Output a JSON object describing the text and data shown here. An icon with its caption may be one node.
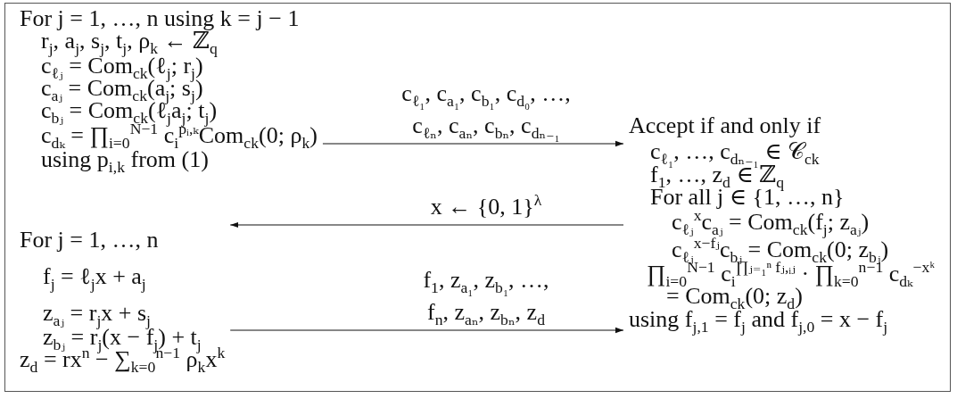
{
  "diagram": {
    "nodes": [
      {
        "text": [
          "For j = 1, …, n using k = j − 1",
          "r$_{j}$, a$_{j}$, s$_{j}$, t$_{j}$, ρ$_{k}$ ← ℤ$_{q}$",
          "c$_{ℓⱼ}$ = Com$_{ck}$(ℓ$_{j}$; r$_{j}$)",
          "c$_{aⱼ}$ = Com$_{ck}$(a$_{j}$; s$_{j}$)",
          "c$_{bⱼ}$ = Com$_{ck}$(ℓ$_{j}$a$_{j}$; t$_{j}$)",
          "c$_{dₖ}$ = ∏$_{i=0}$$^{N−1}$ c$_{i}$$^{pᵢ,ₖ}$Com$_{ck}$(0; ρ$_{k}$)",
          "using p$_{i,k}$ from (1)"
        ]
      },
      {
        "text": [
          "For j = 1, …, n",
          "f$_{j}$ = ℓ$_{j}$x + a$_{j}$",
          "z$_{aⱼ}$ = r$_{j}$x + s$_{j}$",
          "z$_{bⱼ}$ = r$_{j}$(x − f$_{j}$) + t$_{j}$",
          "z$_{d}$ = rx$^{n}$ − ∑$_{k=0}$$^{n−1}$ ρ$_{k}$x$^{k}$"
        ]
      },
      {
        "text": [
          "Accept if and only if",
          "c$_{ℓ₁}$, …, c$_{dₙ₋₁}$ ∈ 𝒞$_{ck}$",
          "f$_{1}$, …, z$_{d}$ ∈ ℤ$_{q}$",
          "For all j ∈ {1, …, n}",
          "c$_{ℓⱼ}$$^{x}$c$_{aⱼ}$ = Com$_{ck}$(f$_{j}$; z$_{aⱼ}$)",
          "c$_{ℓⱼ}$$^{x−fⱼ}$c$_{bⱼ}$ = Com$_{ck}$(0; z$_{bⱼ}$)",
          "∏$_{i=0}$$^{N−1}$ c$_{i}$$^{∏ⱼ₌₁ⁿ fⱼ,ᵢⱼ}$ · ∏$_{k=0}$$^{n−1}$ c$_{dₖ}$$^{−xᵏ}$",
          "= Com$_{ck}$(0; z$_{d}$)",
          "using f$_{j,1}$ = f$_{j}$ and f$_{j,0}$ = x − f$_{j}$"
        ]
      }
    ],
    "edges": [
      {
        "from": 0,
        "to": 2,
        "arrow": "to",
        "label": "c$_{ℓ₁}$, c$_{a₁}$, c$_{b₁}$, c$_{d₀}$, …, c$_{ℓₙ}$, c$_{aₙ}$, c$_{bₙ}$, c$_{dₙ₋₁}$"
      },
      {
        "from": 2,
        "to": 1,
        "arrow": "to",
        "label": "x ← {0, 1}$^{λ}$"
      },
      {
        "from": 1,
        "to": 2,
        "arrow": "to",
        "label": "f$_{1}$, z$_{a₁}$, z$_{b₁}$, …, f$_{n}$, z$_{aₙ}$, z$_{bₙ}$, z$_{d}$"
      }
    ]
  }
}
